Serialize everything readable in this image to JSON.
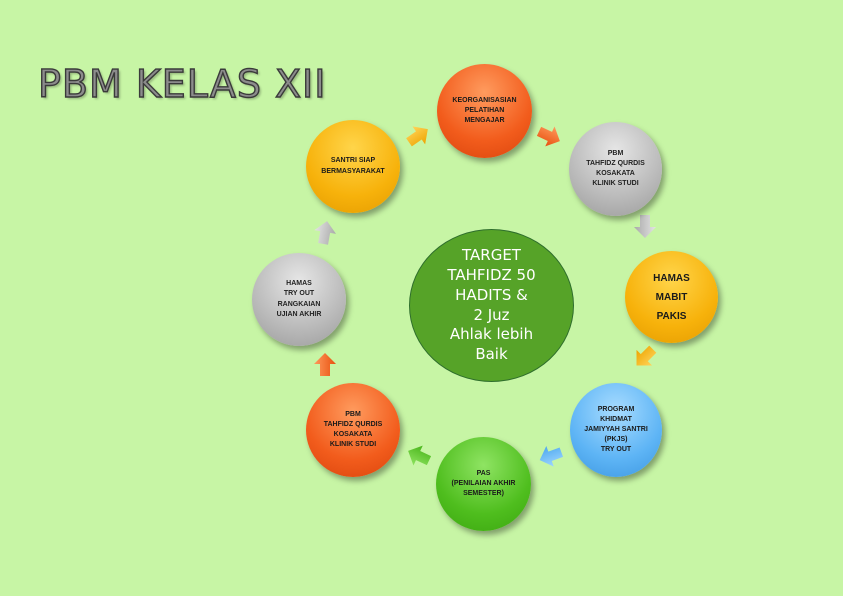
{
  "title": "PBM KELAS XII",
  "hub": {
    "lines": [
      "TARGET",
      "TAHFIDZ 50",
      "HADITS &",
      "2 Juz",
      "Ahlak lebih",
      "Baik"
    ]
  },
  "nodes": [
    {
      "id": "keorganisasian",
      "color": "orange",
      "lines": [
        "KEORGANISASIAN",
        "PELATIHAN",
        "MENGAJAR"
      ]
    },
    {
      "id": "pbm-top",
      "color": "grey",
      "lines": [
        "PBM",
        "TAHFIDZ QURDIS",
        "KOSAKATA",
        "KLINIK STUDI"
      ]
    },
    {
      "id": "hamas-mabit",
      "color": "yellow",
      "lines": [
        "HAMAS",
        "MABIT",
        "PAKIS"
      ]
    },
    {
      "id": "program-khidmat",
      "color": "blue",
      "lines": [
        "PROGRAM",
        "KHIDMAT",
        "JAMIYYAH SANTRI",
        "(PKJS)",
        "TRY OUT"
      ]
    },
    {
      "id": "pas",
      "color": "green",
      "lines": [
        "PAS",
        "(PENILAIAN AKHIR",
        "SEMESTER)"
      ]
    },
    {
      "id": "pbm-bottom",
      "color": "orange",
      "lines": [
        "PBM",
        "TAHFIDZ QURDIS",
        "KOSAKATA",
        "KLINIK STUDI"
      ]
    },
    {
      "id": "hamas-tryout",
      "color": "grey",
      "lines": [
        "HAMAS",
        "TRY OUT",
        "RANGKAIAN",
        "UJIAN AKHIR"
      ]
    },
    {
      "id": "santri-siap",
      "color": "yellow",
      "lines": [
        "SANTRI SIAP",
        "BERMASYARAKAT"
      ]
    }
  ],
  "colors": {
    "background": "#c7f5a5",
    "hub": "#56a328",
    "orange": "#f25c1c",
    "grey": "#b9b9b9",
    "yellow": "#f7b20b",
    "blue": "#5db4f5",
    "green": "#4fbe1e"
  }
}
